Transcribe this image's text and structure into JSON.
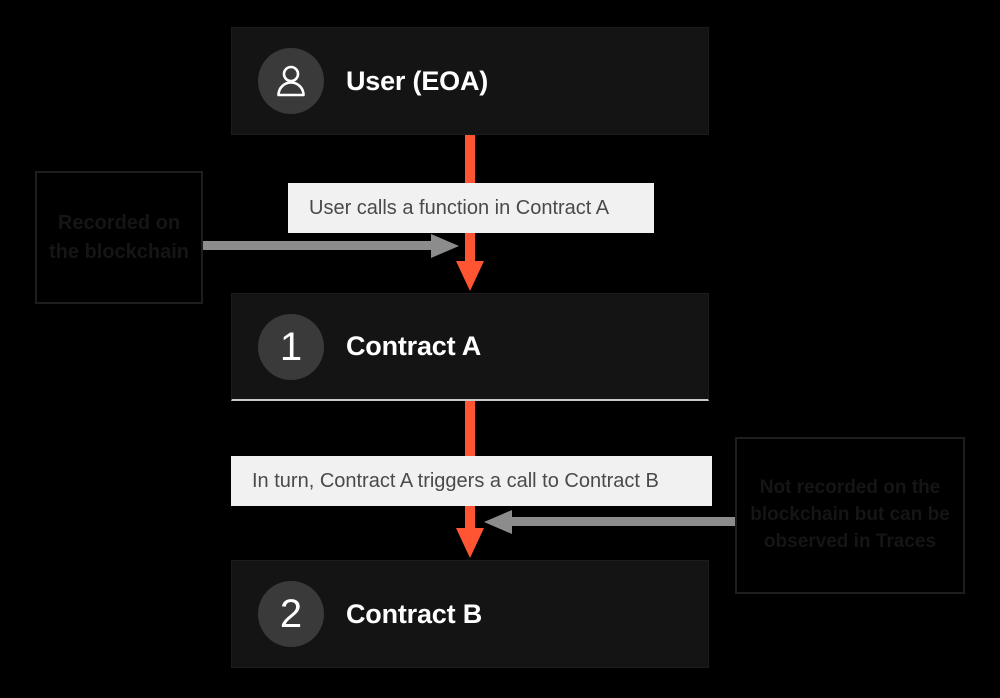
{
  "diagram": {
    "title": "Contract call flow",
    "background_color": "#000000",
    "accent_color": "#ff5533",
    "node_color": "#141414",
    "chip_color": "#f1f1f1",
    "gray_arrow_color": "#8c8c8c"
  },
  "nodes": [
    {
      "id": "user",
      "badge": "person-icon",
      "label": "User (EOA)"
    },
    {
      "id": "contracta",
      "badge": "1",
      "label": "Contract A"
    },
    {
      "id": "contractb",
      "badge": "2",
      "label": "Contract B"
    }
  ],
  "chips": [
    {
      "id": "chip1",
      "text": "User calls a function in Contract A"
    },
    {
      "id": "chip2",
      "text": "In turn, Contract A triggers a call to Contract B"
    }
  ],
  "notes": [
    {
      "id": "note-left",
      "text": "Recorded on the blockchain"
    },
    {
      "id": "note-right",
      "text": "Not recorded on the blockchain but can be observed in Traces"
    }
  ]
}
